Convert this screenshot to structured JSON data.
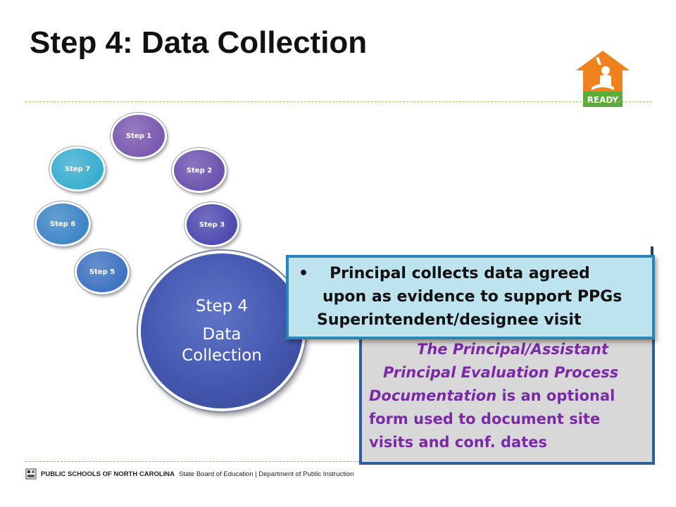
{
  "slide": {
    "title": "Step 4: Data Collection"
  },
  "logo": {
    "text": "READY",
    "colors": {
      "house": "#f0821e",
      "banner": "#5aab3c"
    }
  },
  "cycle": {
    "steps": [
      {
        "label": "Step 1",
        "color": "#7b5ab0"
      },
      {
        "label": "Step 2",
        "color": "#6c54b0"
      },
      {
        "label": "Step 3",
        "color": "#4f4bb0"
      },
      {
        "label": "Step 5",
        "color": "#3f74c2"
      },
      {
        "label": "Step 6",
        "color": "#3f86c6"
      },
      {
        "label": "Step 7",
        "color": "#3aaed0"
      }
    ],
    "center": {
      "line1": "Step 4",
      "line2": "Data",
      "line3": "Collection",
      "color": "#4458b0"
    }
  },
  "callout": {
    "bullet": "•",
    "lines": [
      "Principal collects data agreed",
      "upon as evidence to support  PPGs",
      "Superintendent/designee visit"
    ],
    "bg": "#bde3ee",
    "border": "#2a86b8"
  },
  "note": {
    "line1": "The Principal/Assistant",
    "line2": "Principal Evaluation Process",
    "line3_italic": "Documentation",
    "line3_rest": " is an optional",
    "line4": "form used to document site",
    "line5": "visits and conf. dates",
    "color": "#7a2aa8"
  },
  "footer": {
    "org": "PUBLIC SCHOOLS OF NORTH CAROLINA",
    "rest": "State Board of Education | Department of Public Instruction"
  },
  "theme": {
    "dash": "#8fbf5a"
  }
}
